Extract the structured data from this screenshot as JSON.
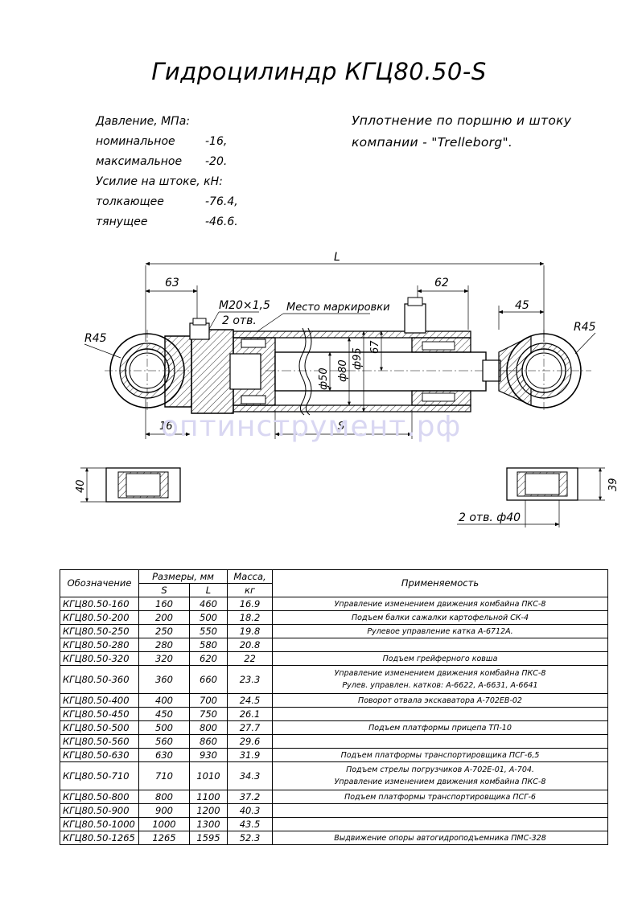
{
  "title": "Гидроцилиндр КГЦ80.50-S",
  "pressure": {
    "heading": "Давление, МПа:",
    "rows": [
      {
        "label": "номинальное",
        "value": "-16,"
      },
      {
        "label": "максимальное",
        "value": "-20."
      }
    ]
  },
  "force": {
    "heading": "Усилие на штоке, кН:",
    "rows": [
      {
        "label": "толкающее",
        "value": "-76.4,"
      },
      {
        "label": "тянущее",
        "value": "-46.6."
      }
    ]
  },
  "seal_note": {
    "line1": "Уплотнение по поршню и штоку",
    "line2": "компании - \"Trelleborg\"."
  },
  "drawing": {
    "dim_L": "L",
    "dim_63": "63",
    "dim_62": "62",
    "dim_45": "45",
    "r45_left": "R45",
    "r45_right": "R45",
    "thread": "M20×1,5",
    "thread_count": "2 отв.",
    "marking": "Место маркировки",
    "dim_16": "16",
    "dim_S": "S",
    "phi50": "ф50",
    "phi80": "ф80",
    "phi95": "ф95",
    "dim_67": "67",
    "dim_40": "40",
    "dim_39": "39",
    "holes": "2 отв. ф40"
  },
  "watermark": "оптинструмент.рф",
  "table": {
    "headers": {
      "designation": "Обозначение",
      "sizes": "Размеры, мм",
      "s": "S",
      "l": "L",
      "mass": "Масса,",
      "mass_unit": "кг",
      "application": "Применяемость"
    },
    "rows": [
      {
        "name": "КГЦ80.50-160",
        "s": "160",
        "l": "460",
        "m": "16.9",
        "app": [
          "Управление изменением движения комбайна ПКС-8"
        ]
      },
      {
        "name": "КГЦ80.50-200",
        "s": "200",
        "l": "500",
        "m": "18.2",
        "app": [
          "Подъем балки сажалки картофельной СК-4"
        ]
      },
      {
        "name": "КГЦ80.50-250",
        "s": "250",
        "l": "550",
        "m": "19.8",
        "app": [
          "Рулевое управление катка А-6712А."
        ]
      },
      {
        "name": "КГЦ80.50-280",
        "s": "280",
        "l": "580",
        "m": "20.8",
        "app": [
          ""
        ]
      },
      {
        "name": "КГЦ80.50-320",
        "s": "320",
        "l": "620",
        "m": "22",
        "app": [
          "Подъем грейферного ковша"
        ]
      },
      {
        "name": "КГЦ80.50-360",
        "s": "360",
        "l": "660",
        "m": "23.3",
        "app": [
          "Управление изменением движения комбайна ПКС-8",
          "Рулев. управлен. катков: А-6622, А-6631, А-6641"
        ]
      },
      {
        "name": "КГЦ80.50-400",
        "s": "400",
        "l": "700",
        "m": "24.5",
        "app": [
          "Поворот отвала экскаватора А-702ЕВ-02"
        ]
      },
      {
        "name": "КГЦ80.50-450",
        "s": "450",
        "l": "750",
        "m": "26.1",
        "app": [
          ""
        ]
      },
      {
        "name": "КГЦ80.50-500",
        "s": "500",
        "l": "800",
        "m": "27.7",
        "app": [
          "Подъем платформы прицепа ТП-10"
        ]
      },
      {
        "name": "КГЦ80.50-560",
        "s": "560",
        "l": "860",
        "m": "29.6",
        "app": [
          ""
        ]
      },
      {
        "name": "КГЦ80.50-630",
        "s": "630",
        "l": "930",
        "m": "31.9",
        "app": [
          "Подъем платформы транспортировщика ПСГ-6,5"
        ]
      },
      {
        "name": "КГЦ80.50-710",
        "s": "710",
        "l": "1010",
        "m": "34.3",
        "app": [
          "Подъем стрелы погрузчиков А-702Е-01, А-704.",
          "Управление изменением движения комбайна ПКС-8"
        ]
      },
      {
        "name": "КГЦ80.50-800",
        "s": "800",
        "l": "1100",
        "m": "37.2",
        "app": [
          "Подъем платформы транспортировщика ПСГ-6"
        ]
      },
      {
        "name": "КГЦ80.50-900",
        "s": "900",
        "l": "1200",
        "m": "40.3",
        "app": [
          ""
        ]
      },
      {
        "name": "КГЦ80.50-1000",
        "s": "1000",
        "l": "1300",
        "m": "43.5",
        "app": [
          ""
        ]
      },
      {
        "name": "КГЦ80.50-1265",
        "s": "1265",
        "l": "1595",
        "m": "52.3",
        "app": [
          "Выдвижение опоры автогидроподъемника ПМС-328"
        ]
      }
    ]
  }
}
